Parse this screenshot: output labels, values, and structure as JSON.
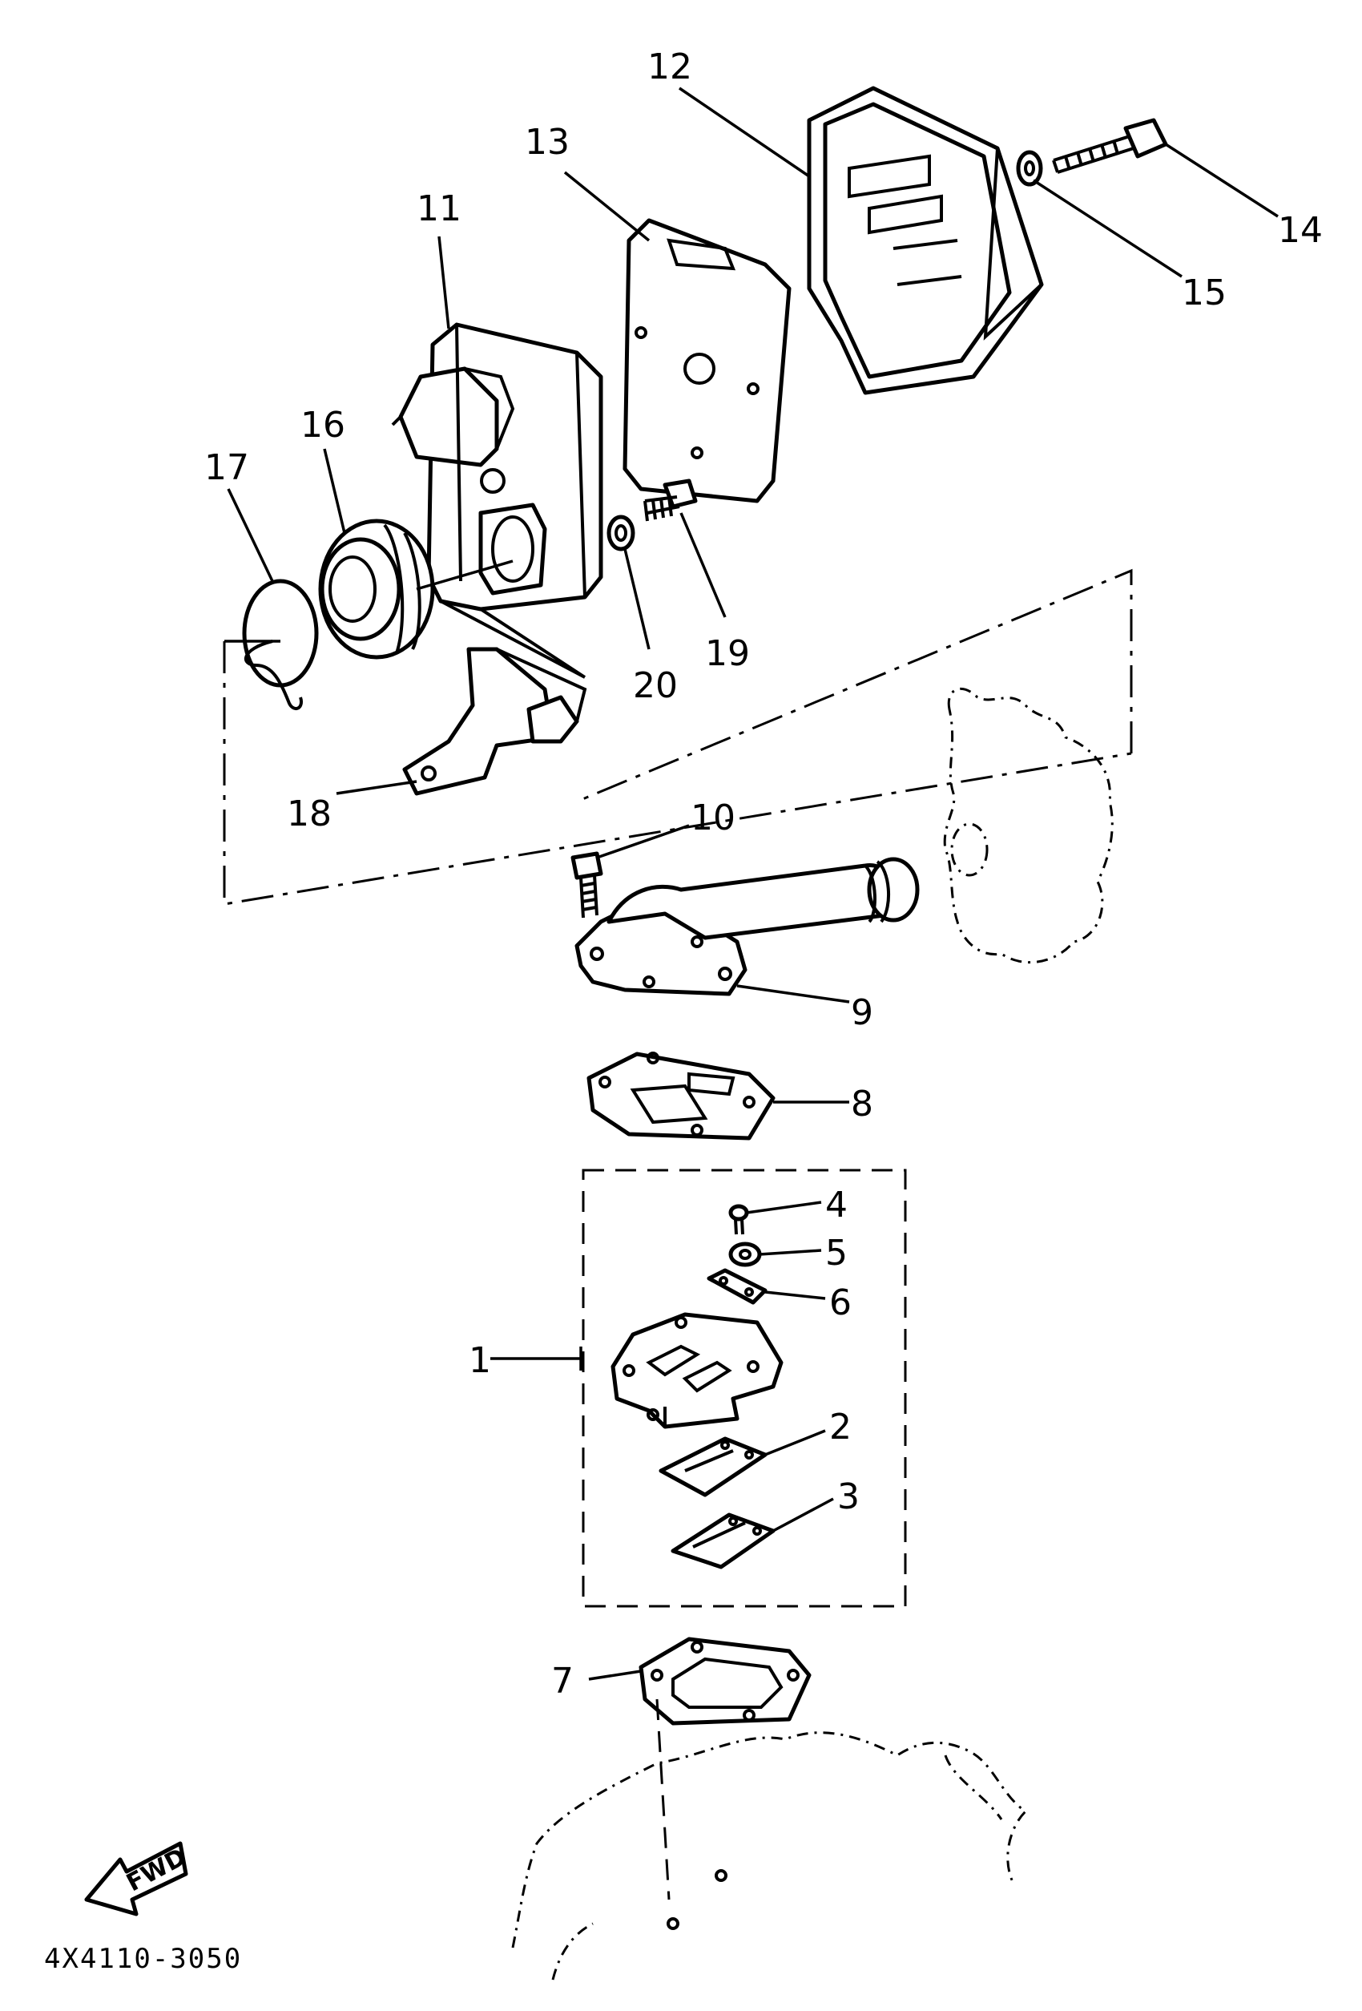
{
  "diagram": {
    "part_labels": {
      "p1": "1",
      "p2": "2",
      "p3": "3",
      "p4": "4",
      "p5": "5",
      "p6": "6",
      "p7": "7",
      "p8": "8",
      "p9": "9",
      "p10": "10",
      "p11": "11",
      "p12": "12",
      "p13": "13",
      "p14": "14",
      "p15": "15",
      "p16": "16",
      "p17": "17",
      "p18": "18",
      "p19": "19",
      "p20": "20"
    },
    "direction_marker": "FWD",
    "drawing_code": "4X4110-3050"
  }
}
